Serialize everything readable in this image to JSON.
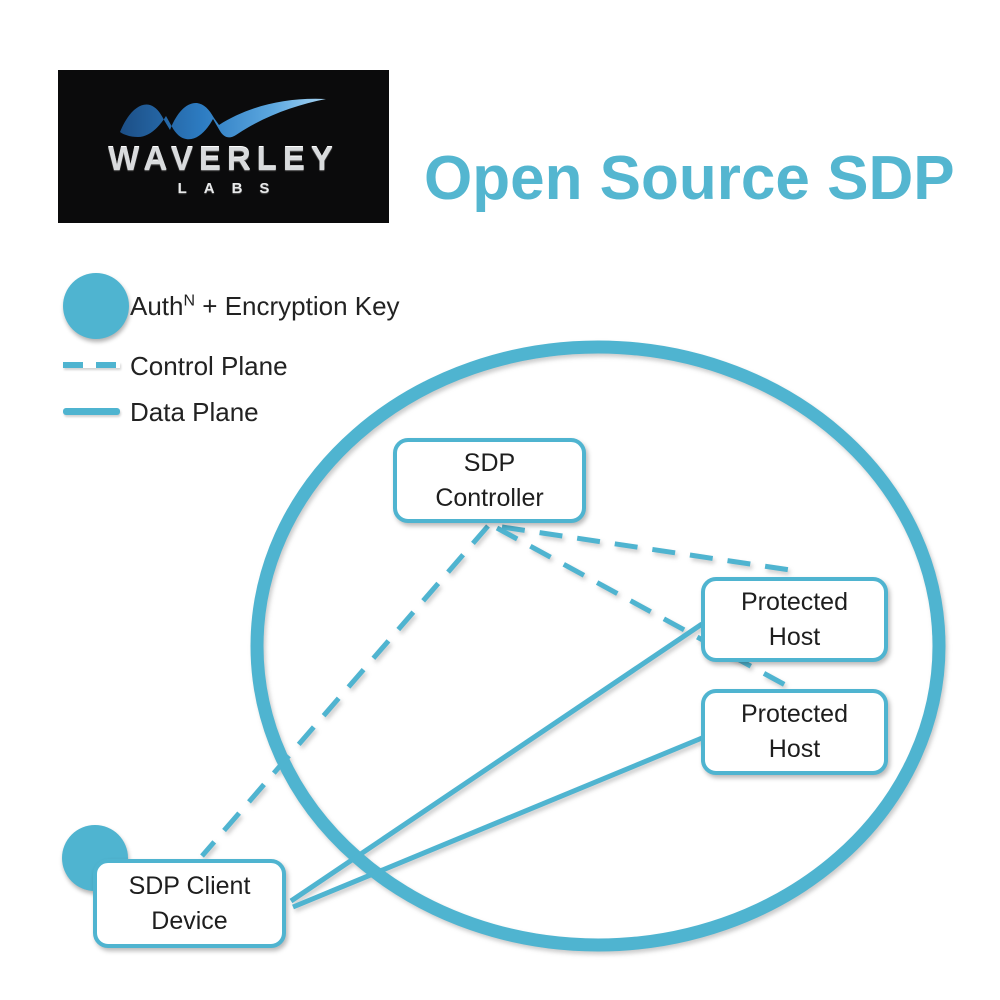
{
  "colors": {
    "teal": "#4fb4d0",
    "title_teal": "#54b6d0",
    "text_dark": "#1e1e1e",
    "logo_bg": "#0b0b0c",
    "logo_swoosh_dark_blue": "#1c4e85",
    "logo_swoosh_light_blue": "#8fc8ef",
    "logo_text_silver": "#d9dbdd"
  },
  "logo": {
    "brand": "WAVERLEY",
    "sub": "LABS",
    "icon": "wave-swoosh"
  },
  "title": "Open Source SDP",
  "legend": {
    "auth": {
      "prefix": "Auth",
      "sup": "N",
      "rest": " + Encryption Key"
    },
    "control": "Control Plane",
    "data": "Data Plane"
  },
  "nodes": {
    "controller": {
      "line1": "SDP",
      "line2": "Controller"
    },
    "host1": {
      "line1": "Protected",
      "line2": "Host"
    },
    "host2": {
      "line1": "Protected",
      "line2": "Host"
    },
    "client": {
      "line1": "SDP Client",
      "line2": "Device"
    }
  }
}
